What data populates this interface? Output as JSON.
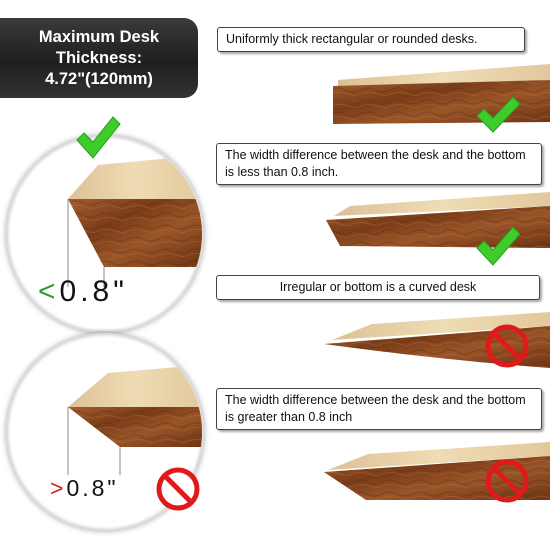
{
  "title": {
    "line1": "Maximum Desk",
    "line2": "Thickness:",
    "line3": "4.72\"(120mm)"
  },
  "items": [
    {
      "label": "Uniformly thick rectangular or rounded desks.",
      "status": "ok"
    },
    {
      "label": "The width difference between the desk and the bottom is less than 0.8 inch.",
      "status": "ok"
    },
    {
      "label": "Irregular or bottom is a curved desk",
      "status": "bad"
    },
    {
      "label": "The width difference between the desk and the bottom is greater than 0.8 inch",
      "status": "bad"
    }
  ],
  "circles": [
    {
      "symbol": "<",
      "value": "0.8\"",
      "status": "ok"
    },
    {
      "symbol": ">",
      "value": "0.8\"",
      "status": "bad"
    }
  ],
  "colors": {
    "ok": "#3dcc2a",
    "bad": "#e0191b",
    "wood_top": "#e8d2a6",
    "wood_side": "#8a4a22"
  },
  "icons": {
    "ok": "check-mark-icon",
    "bad": "prohibited-icon"
  }
}
